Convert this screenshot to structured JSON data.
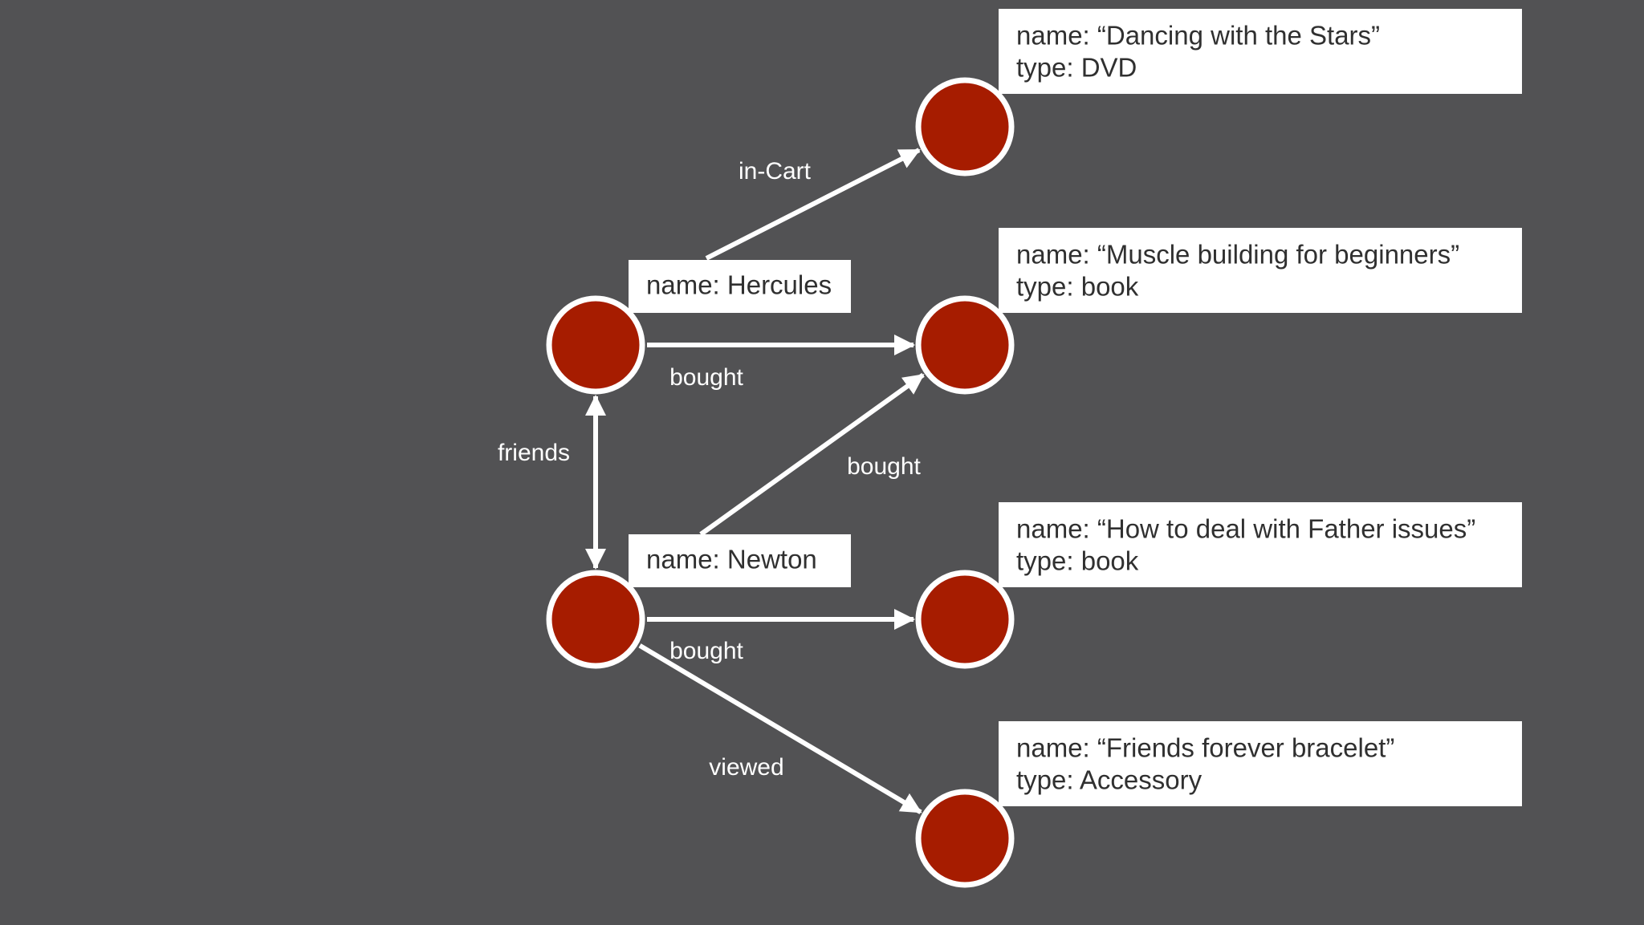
{
  "colors": {
    "background": "#525254",
    "node_fill": "#a61c00",
    "node_stroke": "#ffffff",
    "edge": "#ffffff",
    "box_fill": "#ffffff",
    "box_text": "#303030"
  },
  "people": [
    {
      "id": "hercules",
      "name_label": "name: Hercules"
    },
    {
      "id": "newton",
      "name_label": "name: Newton"
    }
  ],
  "products": [
    {
      "id": "dvd",
      "name_line": "name: “Dancing with the Stars”",
      "type_line": "type: DVD"
    },
    {
      "id": "muscle",
      "name_line": "name: “Muscle building for beginners”",
      "type_line": "type: book"
    },
    {
      "id": "father",
      "name_line": "name: “How to deal with Father issues”",
      "type_line": "type: book"
    },
    {
      "id": "bracelet",
      "name_line": "name: “Friends forever bracelet”",
      "type_line": "type: Accessory"
    }
  ],
  "edges": [
    {
      "from": "hercules",
      "to": "dvd",
      "label": "in-Cart"
    },
    {
      "from": "hercules",
      "to": "muscle",
      "label": "bought"
    },
    {
      "from": "newton",
      "to": "muscle",
      "label": "bought"
    },
    {
      "from": "hercules",
      "to": "newton",
      "label": "friends",
      "bidirectional": true
    },
    {
      "from": "newton",
      "to": "father",
      "label": "bought"
    },
    {
      "from": "newton",
      "to": "bracelet",
      "label": "viewed"
    }
  ]
}
